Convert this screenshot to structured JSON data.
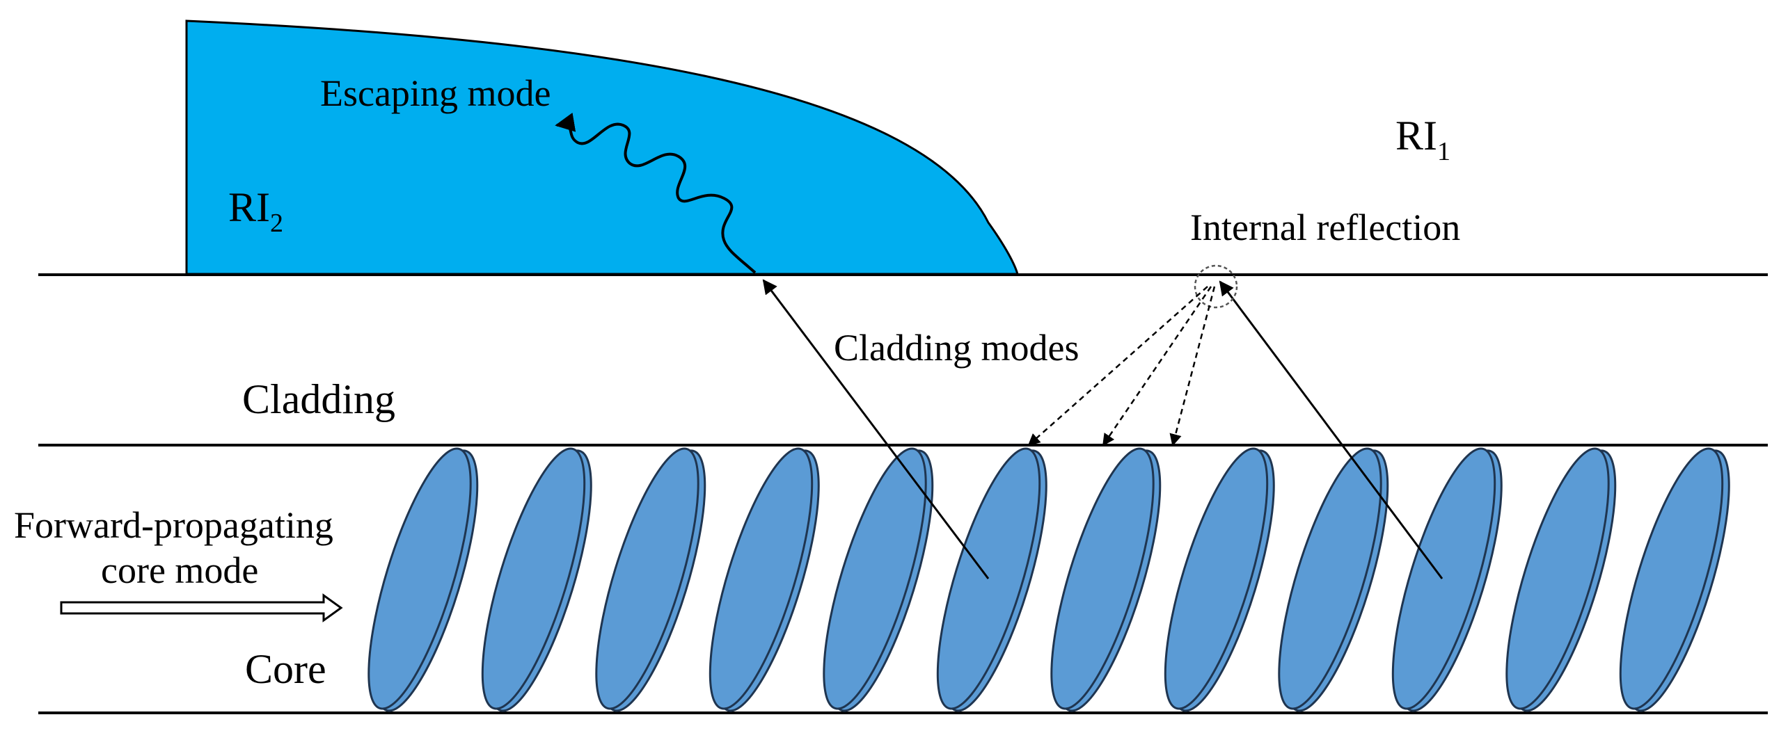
{
  "labels": {
    "escaping_mode": "Escaping mode",
    "ri1_base": "RI",
    "ri1_sub": "1",
    "ri2_base": "RI",
    "ri2_sub": "2",
    "internal_reflection": "Internal reflection",
    "cladding_modes": "Cladding modes",
    "cladding": "Cladding",
    "forward_line1": "Forward-propagating",
    "forward_line2": "core mode",
    "core": "Core"
  },
  "colors": {
    "outer_medium_drop": "#00AEEF",
    "grating_fringe": "#5B9BD5",
    "grating_outline": "#1F3550",
    "lines": "#000000"
  },
  "grating": {
    "fringe_count": 12
  }
}
